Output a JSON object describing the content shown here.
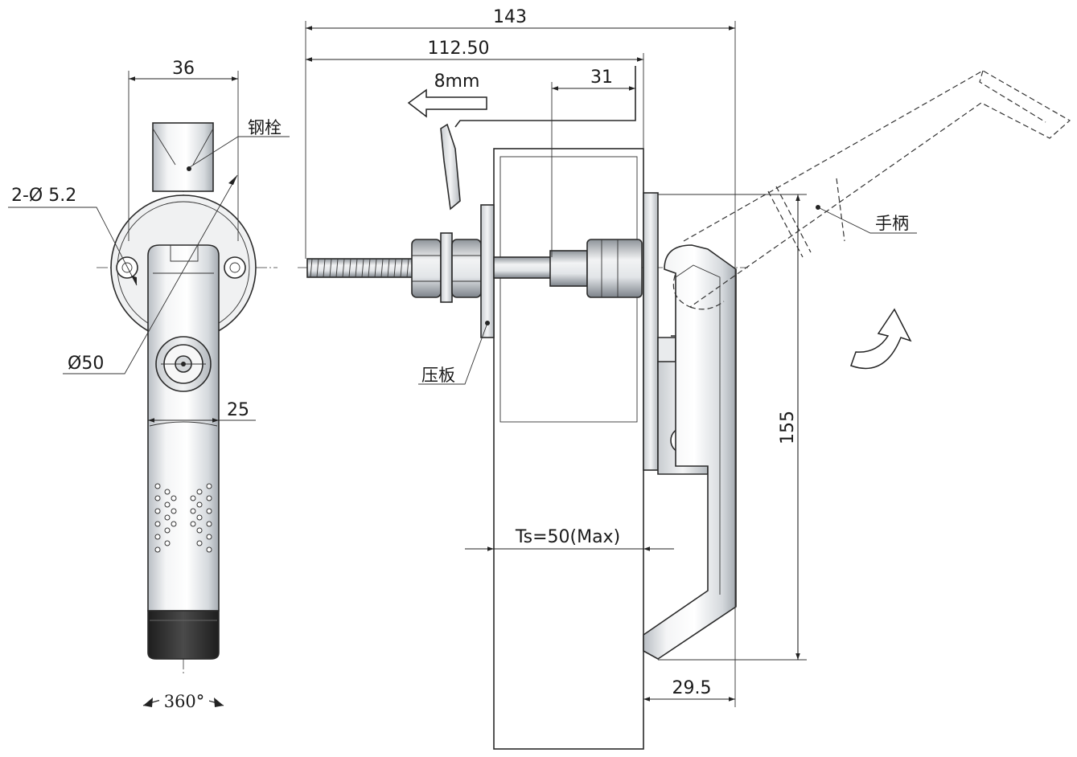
{
  "dimensions": {
    "overall_length": "143",
    "bolt_length": "112.50",
    "offset": "31",
    "travel": "8mm",
    "width_top": "36",
    "hole_spec": "2-Ø 5.2",
    "flange_diameter": "Ø50",
    "handle_width": "25",
    "height": "155",
    "thickness": "Ts=50(Max)",
    "handle_depth": "29.5",
    "rotation": "360°"
  },
  "labels": {
    "bolt": "钢栓",
    "handle": "手柄",
    "clamp_plate": "压板"
  },
  "icons": {
    "travel_arrow": "left-arrow-icon",
    "rotate_arrow": "curved-rotate-arrow-icon",
    "rotation_arc": "rotation-arc-icon"
  },
  "colors": {
    "line": "#222222",
    "metal_light": "#eceef0",
    "metal_dark": "#9aa0a6",
    "rubber": "#333333"
  }
}
